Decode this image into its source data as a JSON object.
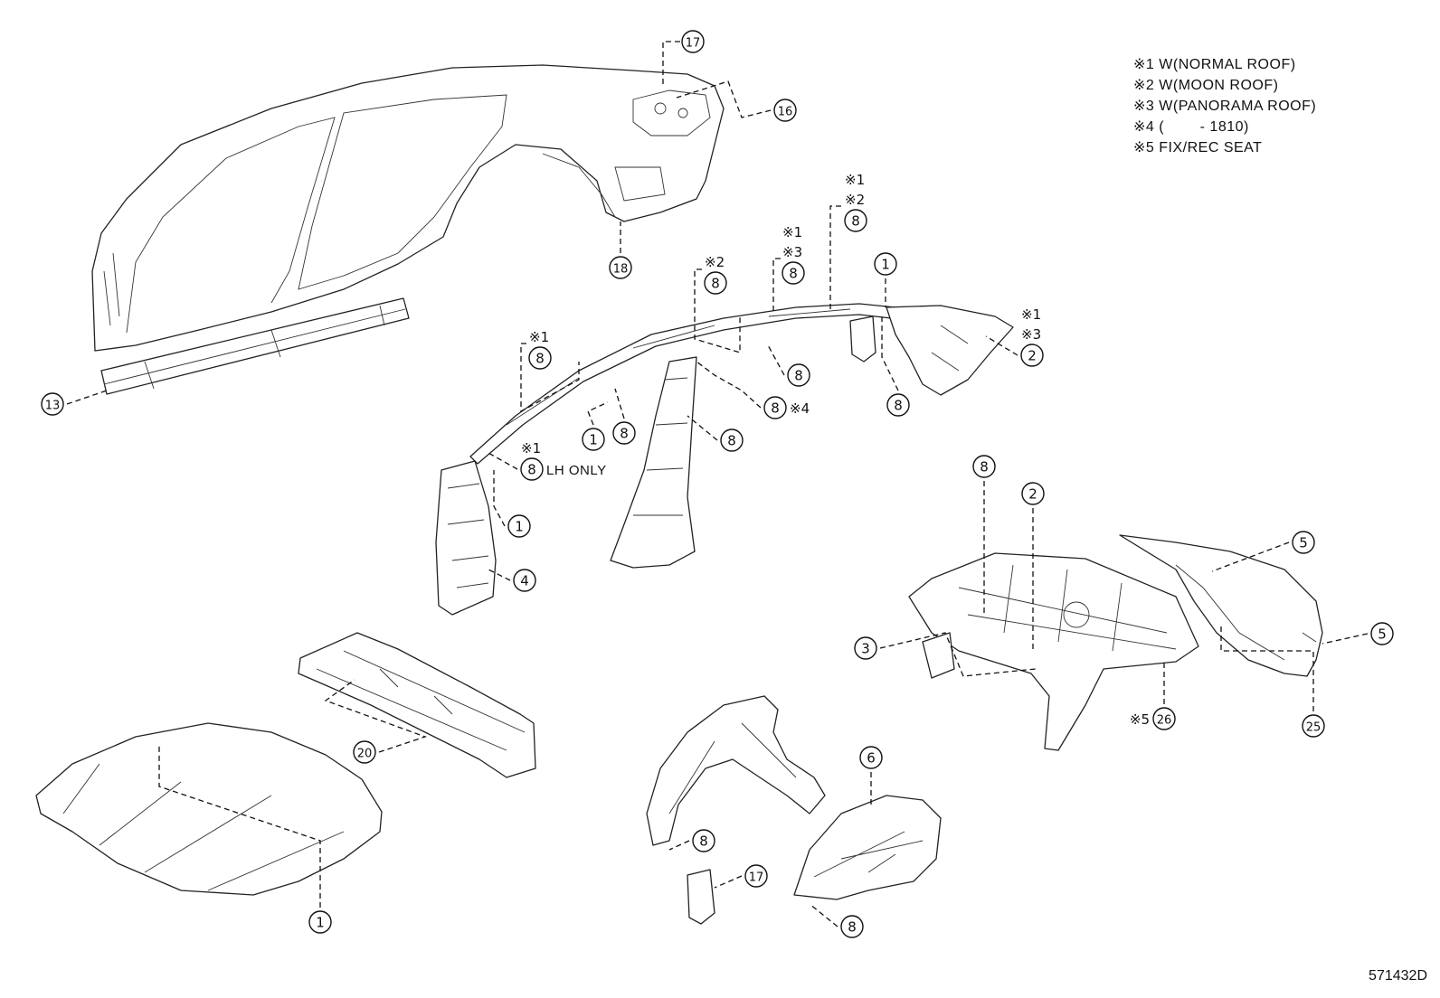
{
  "notes": [
    {
      "mark": "※1",
      "text": "W(NORMAL ROOF)"
    },
    {
      "mark": "※2",
      "text": "W(MOON ROOF)"
    },
    {
      "mark": "※3",
      "text": "W(PANORAMA ROOF)"
    },
    {
      "mark": "※4",
      "text": "(        - 1810)"
    },
    {
      "mark": "※5",
      "text": "FIX/REC SEAT"
    }
  ],
  "diagram_code": "571432D",
  "annotation_lh_only": "LH ONLY",
  "callouts": [
    {
      "num": "17",
      "marks": []
    },
    {
      "num": "16",
      "marks": []
    },
    {
      "num": "18",
      "marks": []
    },
    {
      "num": "13",
      "marks": []
    },
    {
      "num": "8",
      "marks": [
        "※1",
        "※2"
      ]
    },
    {
      "num": "8",
      "marks": [
        "※1",
        "※3"
      ]
    },
    {
      "num": "8",
      "marks": [
        "※2"
      ]
    },
    {
      "num": "1",
      "marks": []
    },
    {
      "num": "2",
      "marks": [
        "※1",
        "※3"
      ]
    },
    {
      "num": "8",
      "marks": [
        "※1"
      ]
    },
    {
      "num": "8",
      "marks": []
    },
    {
      "num": "8",
      "marks": [
        "※4"
      ]
    },
    {
      "num": "8",
      "marks": []
    },
    {
      "num": "1",
      "marks": []
    },
    {
      "num": "8",
      "marks": []
    },
    {
      "num": "8",
      "marks": []
    },
    {
      "num": "8",
      "marks": [
        "※1"
      ]
    },
    {
      "num": "1",
      "marks": []
    },
    {
      "num": "4",
      "marks": []
    },
    {
      "num": "8",
      "marks": []
    },
    {
      "num": "2",
      "marks": []
    },
    {
      "num": "5",
      "marks": []
    },
    {
      "num": "5",
      "marks": []
    },
    {
      "num": "3",
      "marks": []
    },
    {
      "num": "26",
      "marks": [
        "※5"
      ]
    },
    {
      "num": "25",
      "marks": []
    },
    {
      "num": "20",
      "marks": []
    },
    {
      "num": "6",
      "marks": []
    },
    {
      "num": "8",
      "marks": []
    },
    {
      "num": "17",
      "marks": []
    },
    {
      "num": "8",
      "marks": []
    },
    {
      "num": "1",
      "marks": []
    }
  ]
}
